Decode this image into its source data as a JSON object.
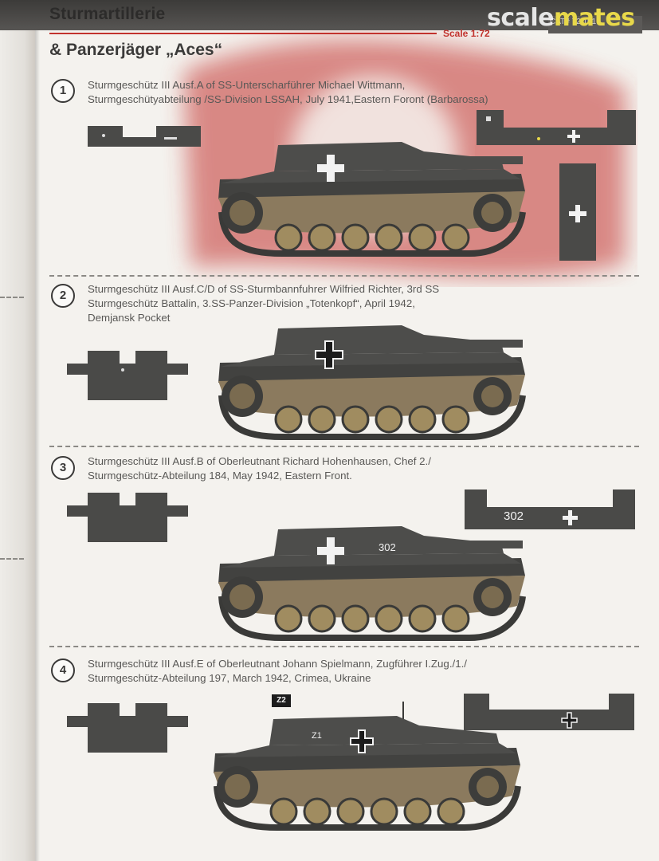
{
  "header": {
    "title_line1": "Sturmartillerie",
    "title_line2": "& Panzerjäger „Aces“",
    "scale": "Scale 1:72",
    "catalog": "CAT# 72/161"
  },
  "watermark": {
    "prefix": "scale",
    "suffix": "mates"
  },
  "colors": {
    "panzer_grey": "#4a4a48",
    "hull_lower_khaki": "#8b7a5e",
    "road_wheel": "#a08c60",
    "flag_red": "#c2332e",
    "accent_red": "#c2332e"
  },
  "profiles": [
    {
      "number": "1",
      "caption_lines": [
        "Sturmgeschütz III Ausf.A of SS-Unterscharführer Michael Wittmann,",
        "Sturmgeschütyabteilung /SS-Division LSSAH, July 1941,Eastern Foront (Barbarossa)"
      ]
    },
    {
      "number": "2",
      "caption_lines": [
        "Sturmgeschütz III Ausf.C/D of SS-Sturmbannfuhrer Wilfried Richter, 3rd SS",
        "Sturmgeschütz Battalin, 3.SS-Panzer-Division „Totenkopf“, April 1942,",
        "Demjansk Pocket"
      ]
    },
    {
      "number": "3",
      "caption_lines": [
        "Sturmgeschütz III Ausf.B of Oberleutnant Richard Hohenhausen, Chef 2./",
        "Sturmgeschütz-Abteilung 184, May 1942, Eastern Front."
      ],
      "hull_number": "302"
    },
    {
      "number": "4",
      "caption_lines": [
        "Sturmgeschütz III Ausf.E of Oberleutnant Johann Spielmann, Zugführer I.Zug./1./",
        "Sturmgeschütz-Abteilung 197, March 1942, Crimea, Ukraine"
      ],
      "hull_codes": [
        "Z1",
        "Z2"
      ]
    }
  ]
}
